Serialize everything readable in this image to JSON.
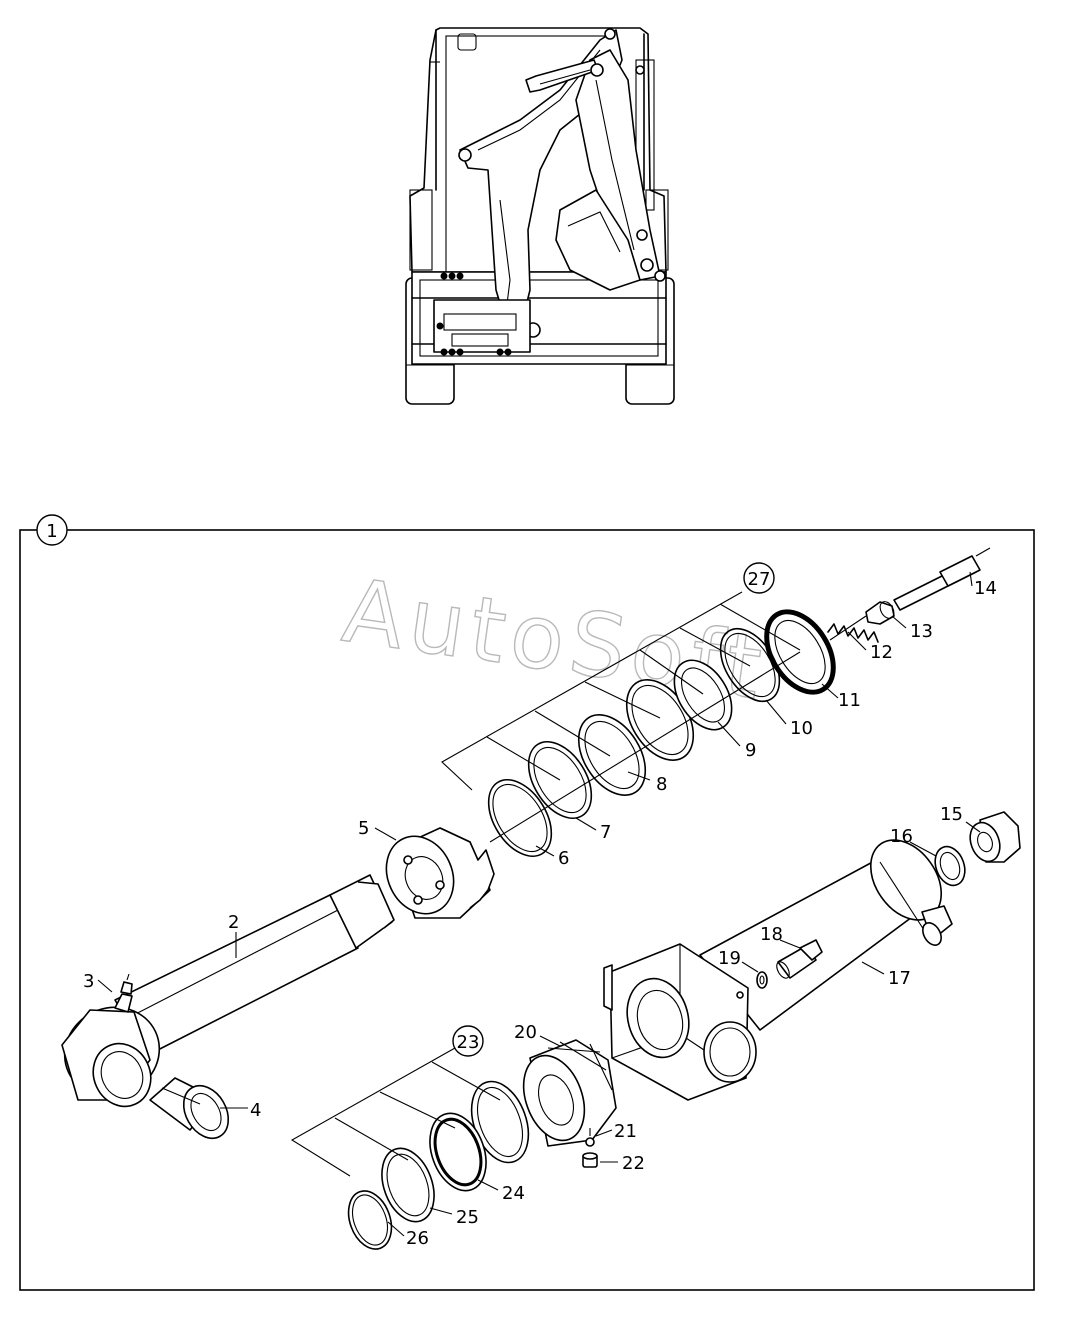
{
  "watermark": "AutoSoft",
  "group_number": "1",
  "kit_callouts": [
    "27",
    "23"
  ],
  "part_callouts": [
    "2",
    "3",
    "4",
    "5",
    "6",
    "7",
    "8",
    "9",
    "10",
    "11",
    "12",
    "13",
    "14",
    "15",
    "16",
    "17",
    "18",
    "19",
    "20",
    "21",
    "22",
    "24",
    "25",
    "26"
  ]
}
